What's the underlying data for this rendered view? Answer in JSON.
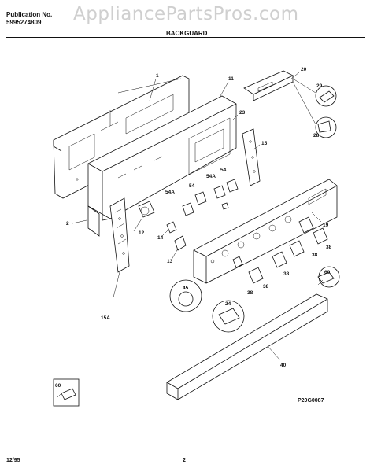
{
  "header": {
    "publication_label": "Publication No.",
    "publication_number": "5995274809",
    "section_title": "BACKGUARD",
    "watermark": "AppliancePartsPros.com"
  },
  "footer": {
    "date": "12/95",
    "page": "2",
    "diagram_code": "P20G0087"
  },
  "callouts": [
    "1",
    "11",
    "20",
    "29",
    "28",
    "23",
    "15",
    "54A",
    "54",
    "54A",
    "54",
    "2",
    "12",
    "14",
    "13",
    "19",
    "38",
    "38",
    "38",
    "69",
    "38",
    "45",
    "38",
    "24",
    "15A",
    "40",
    "60"
  ]
}
